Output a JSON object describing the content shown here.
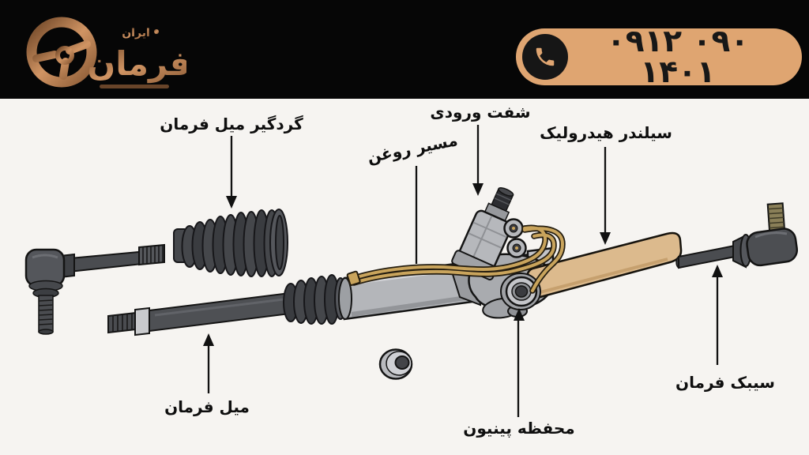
{
  "header": {
    "logo": {
      "brand": "فرمان",
      "brand_prefix": "ایران"
    },
    "phone": {
      "number": "۰۹۱۲ ۰۹۰ ۱۴۰۱"
    }
  },
  "diagram": {
    "labels": {
      "boot": "گردگیر میل فرمان",
      "oil_path": "مسیر روغن",
      "input_shaft": "شفت ورودی",
      "hydraulic_cylinder": "سیلندر هیدرولیک",
      "steering_rod": "میل فرمان",
      "pinion_housing": "محفظه پینیون",
      "tie_rod_end": "سیبک فرمان"
    },
    "colors": {
      "background": "#f6f4f1",
      "accent_tan": "#dfa571",
      "copper": "#bf8a57",
      "part_dark": "#4a4c50",
      "part_light": "#b4b6ba",
      "brass": "#c9a45c",
      "gold_cylinder": "#dcba8d"
    }
  }
}
